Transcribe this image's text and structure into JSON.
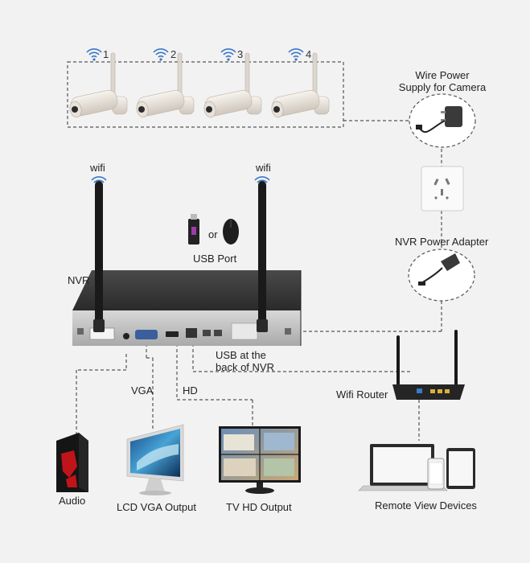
{
  "cameras": [
    {
      "number": "1"
    },
    {
      "number": "2"
    },
    {
      "number": "3"
    },
    {
      "number": "4"
    }
  ],
  "labels": {
    "wire_power_line1": "Wire Power",
    "wire_power_line2": "Supply for Camera",
    "wifi_left": "wifi",
    "wifi_right": "wifi",
    "or": "or",
    "usb_port": "USB Port",
    "nvr": "NVR",
    "nvr_power_adapter": "NVR Power Adapter",
    "usb_back_line1": "USB at the",
    "usb_back_line2": "back of NVR",
    "vga": "VGA",
    "hd": "HD",
    "wifi_router": "Wifi Router",
    "audio": "Audio",
    "lcd_vga_output": "LCD VGA Output",
    "tv_hd_output": "TV HD Output",
    "remote_view_devices": "Remote View Devices"
  },
  "colors": {
    "background": "#f2f2f2",
    "line": "#555555",
    "nvr_body": "#2e2e2e",
    "wifi_blue": "#3a78c9",
    "camera_body": "#e9e4de",
    "audio_red": "#c0141a"
  }
}
